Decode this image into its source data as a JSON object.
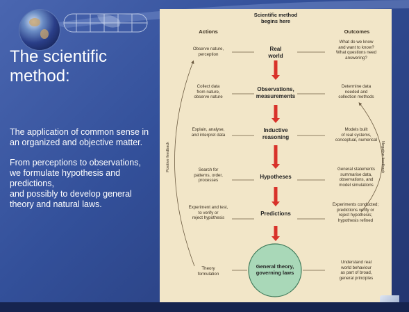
{
  "slide": {
    "title": "The scientific\nmethod:",
    "paragraphs": [
      "The application of common sense in an organized and objective matter.",
      "From perceptions to observations,\nwe formulate hypothesis and predictions,\nand possibly to develop general theory and natural laws."
    ]
  },
  "diagram": {
    "header": "Scientific method\nbegins here",
    "columns": {
      "actions": "Actions",
      "outcomes": "Outcomes"
    },
    "steps": [
      {
        "name": "Real\nworld",
        "action": "Observe nature,\nperception",
        "outcome": "What do we know\nand want to know?\nWhat questions need\nanswering?"
      },
      {
        "name": "Observations,\nmeasurements",
        "action": "Collect data\nfrom nature,\nobserve nature",
        "outcome": "Determine data\nneeded and\ncollection methods"
      },
      {
        "name": "Inductive\nreasoning",
        "action": "Explain, analyse,\nand interpret data",
        "outcome": "Models built\nof real systems,\nconceptual, numerical"
      },
      {
        "name": "Hypotheses",
        "action": "Search for\npatterns, order,\nprocesses",
        "outcome": "General statements\nsummarise data,\nobservations, and\nmodel simulations"
      },
      {
        "name": "Predictions",
        "action": "Experiment and test,\nto verify or\nreject hypothesis",
        "outcome": "Experiments conducted;\npredictions verify or\nreject hypothesis;\nhypothesis refined"
      },
      {
        "name": "General theory,\ngoverning laws",
        "action": "Theory\nformulation",
        "outcome": "Understand real\nworld behaviour\nas part of broad,\ngeneral principles"
      }
    ],
    "feedback_left": "Positive feedback",
    "feedback_right": "Negative feedback",
    "colors": {
      "arrow": "#d8322a",
      "circle": "#a9d8b8",
      "circle_stroke": "#3f7a5a",
      "line": "#6b5a40",
      "background": "#f2e6c8"
    }
  }
}
